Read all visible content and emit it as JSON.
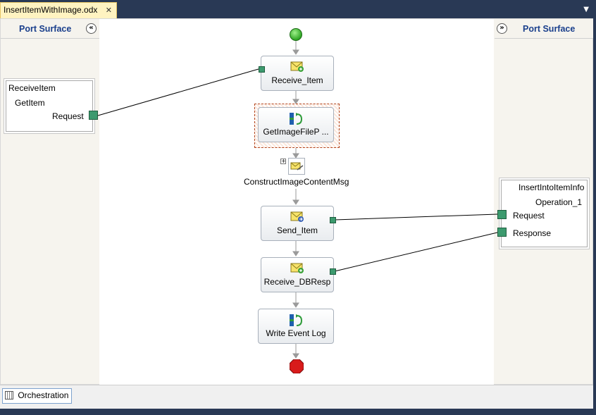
{
  "tab": {
    "title": "InsertItemWithImage.odx",
    "close": "✕"
  },
  "port_surface": {
    "left_title": "Port Surface",
    "right_title": "Port Surface",
    "left_collapse": "«",
    "right_expand": "»"
  },
  "left_port": {
    "name": "ReceiveItem",
    "operation": "GetItem",
    "message": "Request"
  },
  "right_port": {
    "name": "InsertIntoItemInfo",
    "operation": "Operation_1",
    "request": "Request",
    "response": "Response"
  },
  "shapes": {
    "receive_item": "Receive_Item",
    "get_image": "GetImageFileP ...",
    "construct": "ConstructImageContentMsg",
    "send_item": "Send_Item",
    "receive_db": "Receive_DBResp",
    "write_log": "Write Event Log"
  },
  "bottom_tab": {
    "label": "Orchestration"
  },
  "colors": {
    "start": "#3bbf2f",
    "end": "#d81b1b",
    "port_connector": "#3c9a6e",
    "selection": "#b3431a"
  }
}
